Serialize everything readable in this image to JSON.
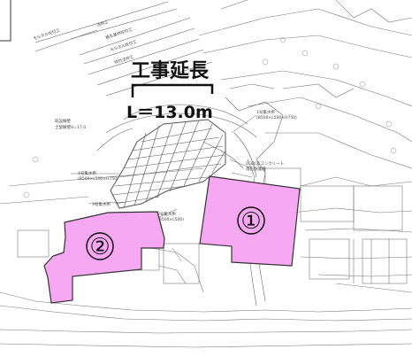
{
  "title": {
    "line1": "工事延長",
    "line2": "L＝13.0m"
  },
  "zones": [
    {
      "id": "zone-1",
      "label": "①",
      "color": "#f7a8f2"
    },
    {
      "id": "zone-2",
      "label": "②",
      "color": "#f7a8f2"
    }
  ],
  "colors": {
    "zone_fill": "#f7a8f2",
    "zone_stroke": "#333333",
    "drawing_line": "#6e6e6e",
    "title_text": "#111111"
  }
}
